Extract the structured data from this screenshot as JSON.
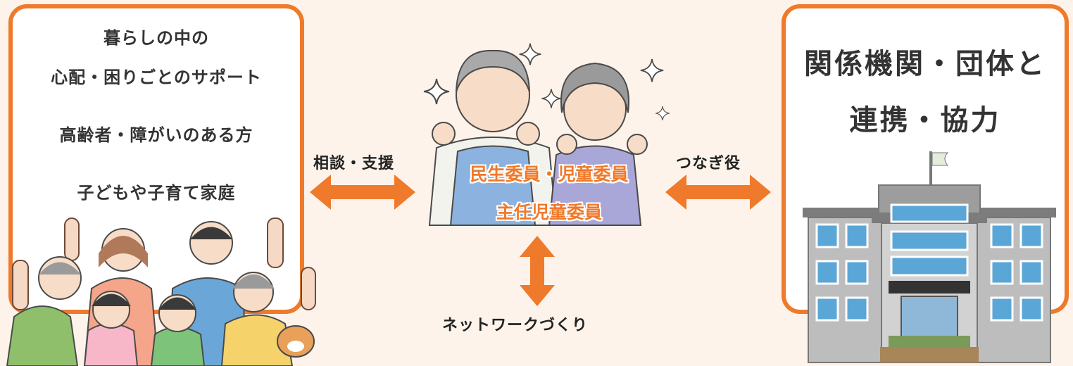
{
  "left_box": {
    "lines": [
      "暮らしの中の",
      "心配・困りごとのサポート",
      "高齢者・障がいのある方",
      "子どもや子育て家庭"
    ]
  },
  "center": {
    "role_line1": "民生委員・児童委員",
    "role_line2": "主任児童委員"
  },
  "labels": {
    "consult": "相談・支援",
    "connect": "つなぎ役",
    "network": "ネットワークづくり"
  },
  "right_box": {
    "lines": [
      "関係機関・団体と",
      "連携・協力"
    ]
  },
  "colors": {
    "accent": "#ef7a2b",
    "background": "#fdf3ea"
  },
  "icons": [
    "family-group-illustration",
    "volunteer-couple-illustration",
    "sparkle-icon",
    "building-illustration"
  ]
}
